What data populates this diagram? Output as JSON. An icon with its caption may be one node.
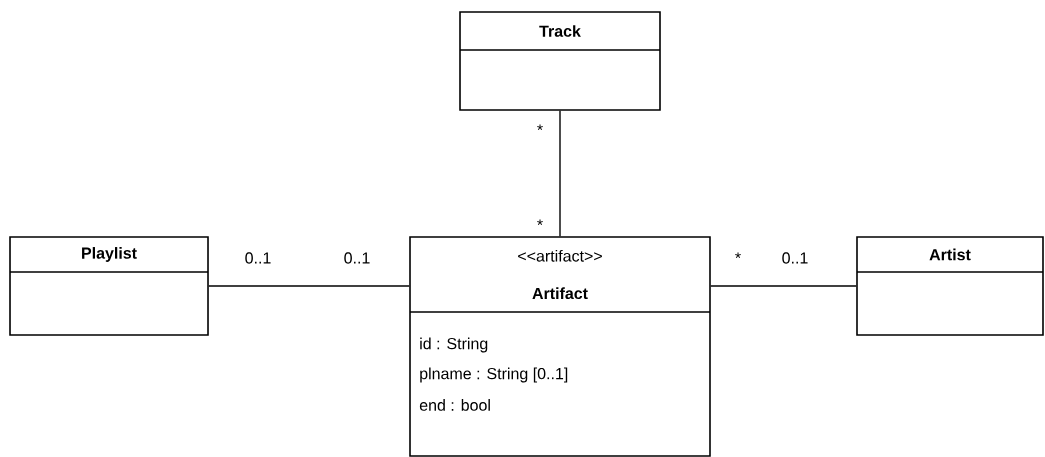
{
  "diagram": {
    "nodes": [
      {
        "text": [
          "Track"
        ]
      },
      {
        "text": [
          "Playlist"
        ]
      },
      {
        "text": [
          "<<artifact>>",
          "Artifact",
          "id : String",
          "plname : String [0..1]",
          "end : bool"
        ]
      },
      {
        "text": [
          "Artist"
        ]
      }
    ],
    "edges": [
      {
        "from": 0,
        "to": 2,
        "arrow": "none"
      },
      {
        "from": 1,
        "to": 2,
        "arrow": "none"
      },
      {
        "from": 2,
        "to": 3,
        "arrow": "none"
      }
    ],
    "labels": [
      "*",
      "*",
      "0..1",
      "0..1",
      "*",
      "0..1"
    ]
  }
}
